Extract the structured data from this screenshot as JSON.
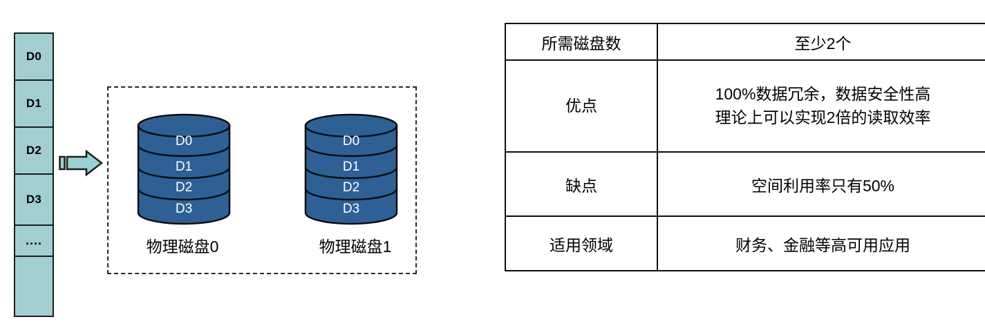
{
  "diagram": {
    "logical_column": {
      "name": "logical-data-blocks",
      "cells": [
        {
          "label": "D0"
        },
        {
          "label": "D1"
        },
        {
          "label": "D2"
        },
        {
          "label": "D3"
        },
        {
          "label": "...."
        },
        {
          "label": ""
        }
      ],
      "fill_color": "#a3ced0",
      "border_color": "#1c1c1c"
    },
    "arrow": {
      "name": "flow-arrow-icon",
      "direction": "right",
      "fill_color": "#9ccfd1",
      "border_color": "#1c1c1c"
    },
    "physical_group": {
      "border_style": "dashed",
      "border_color": "#262626",
      "disks": [
        {
          "caption": "物理磁盘0",
          "segments": [
            "D0",
            "D1",
            "D2",
            "D3"
          ],
          "fill_color": "#2e6096",
          "label_color": "#ffffff"
        },
        {
          "caption": "物理磁盘1",
          "segments": [
            "D0",
            "D1",
            "D2",
            "D3"
          ],
          "fill_color": "#2e6096",
          "label_color": "#ffffff"
        }
      ]
    }
  },
  "spec_table": {
    "border_color": "#0d0d0d",
    "rows": [
      {
        "key": "所需磁盘数",
        "value_lines": [
          "至少2个"
        ]
      },
      {
        "key": "优点",
        "value_lines": [
          "100%数据冗余，数据安全性高",
          "理论上可以实现2倍的读取效率"
        ]
      },
      {
        "key": "缺点",
        "value_lines": [
          "空间利用率只有50%"
        ]
      },
      {
        "key": "适用领域",
        "value_lines": [
          "财务、金融等高可用应用"
        ]
      }
    ]
  }
}
